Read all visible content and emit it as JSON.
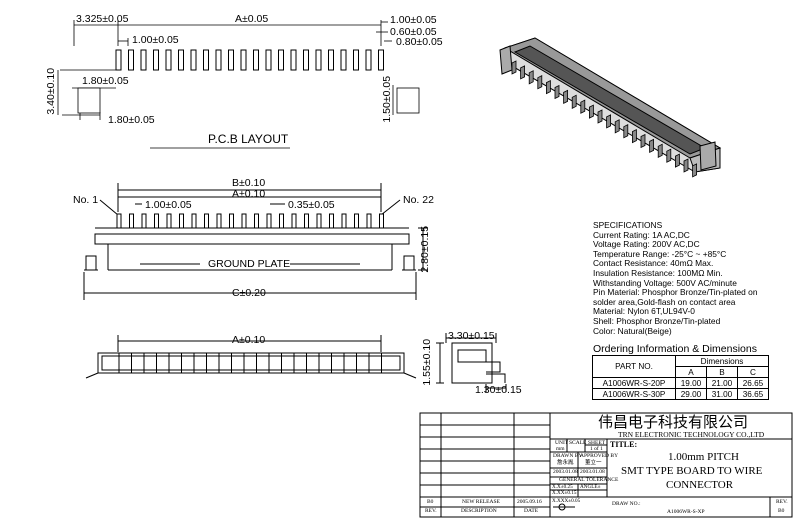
{
  "pcb_layout": {
    "title": "P.C.B  LAYOUT",
    "dims": {
      "d3325": "3.325±0.05",
      "a": "A±0.05",
      "d100_right": "1.00±0.05",
      "d060": "0.60±0.05",
      "d080": "0.80±0.05",
      "d100_pitch": "1.00±0.05",
      "d340": "3.40±0.10",
      "d180_v": "1.80±0.05",
      "d180_h": "1.80±0.05",
      "d150": "1.50±0.05"
    }
  },
  "front_view": {
    "dims": {
      "b": "B±0.10",
      "a": "A±0.10",
      "pitch": "1.00±0.05",
      "d035": "0.35±0.05",
      "c": "C±0.20",
      "height": "2.80±0.15",
      "ground_plate": "GROUND PLATE",
      "no1": "No. 1",
      "no22": "No. 22"
    }
  },
  "bottom_view": {
    "dims": {
      "a": "A±0.10",
      "d330": "3.30±0.15",
      "d155": "1.55±0.10",
      "d130": "1.30±0.15"
    }
  },
  "specifications": {
    "title": "SPECIFICATIONS",
    "lines": [
      "Current Rating: 1A AC,DC",
      "Voltage Rating: 200V AC,DC",
      "Temperature Range:  -25°C ~ +85°C",
      "Contact Resistance: 40mΩ Max.",
      "Insulation Resistance: 100MΩ Min.",
      "Withstanding Voltage: 500V AC/minute",
      "Pin Material: Phosphor Bronze/Tin-plated on",
      "solder area,Gold-flash on contact area",
      "Material: Nylon 6T,UL94V-0",
      "Shell: Phosphor Bronze/Tin-plated",
      "Color: Natural(Beige)"
    ]
  },
  "ordering": {
    "title": "Ordering Information & Dimensions",
    "part_no_header": "PART NO.",
    "dimensions_header": "Dimensions",
    "cols": [
      "A",
      "B",
      "C"
    ],
    "rows": [
      {
        "part": "A1006WR-S-20P",
        "a": "19.00",
        "b": "21.00",
        "c": "26.65"
      },
      {
        "part": "A1006WR-S-30P",
        "a": "29.00",
        "b": "31.00",
        "c": "36.65"
      }
    ]
  },
  "title_block": {
    "company_cn": "伟昌电子科技有限公司",
    "company_en": "TRN ELECTRONIC TECHNOLOGY CO.,LTD",
    "unit_label": "UNIT",
    "unit_value": "mm",
    "scale_label": "SCALE",
    "sheet_label": "SHEET",
    "sheet_value": "1 of 1",
    "title_label": "TITLE:",
    "title_line1": "1.00mm PITCH",
    "title_line2": "SMT TYPE BOARD TO WIRE",
    "title_line3": "CONNECTOR",
    "drawn_by_label": "DRAWN BY",
    "drawn_by_name": "詹永胤",
    "drawn_date": "2003.01.08",
    "approved_by_label": "APPROVED BY",
    "approved_by_name": "董立一",
    "approved_date": "2003.01.08",
    "general_tol": "GENERAL TOLERANCE",
    "tol_1": "X.X±0.25",
    "tol_2": "X.XX±0.15",
    "tol_3": "X.XXX±0.05",
    "angle": "ANGLE±",
    "rev_b0": "B0",
    "new_release": "NEW RELEASE",
    "release_date": "2005.09.16",
    "rev_header": "REV.",
    "desc_header": "DESCRIPTION",
    "date_header": "DATE",
    "draw_no_label": "DRAW NO.:",
    "draw_no": "A1006WR-S-XP",
    "rev_label": "REV.",
    "rev_value": "B0"
  }
}
